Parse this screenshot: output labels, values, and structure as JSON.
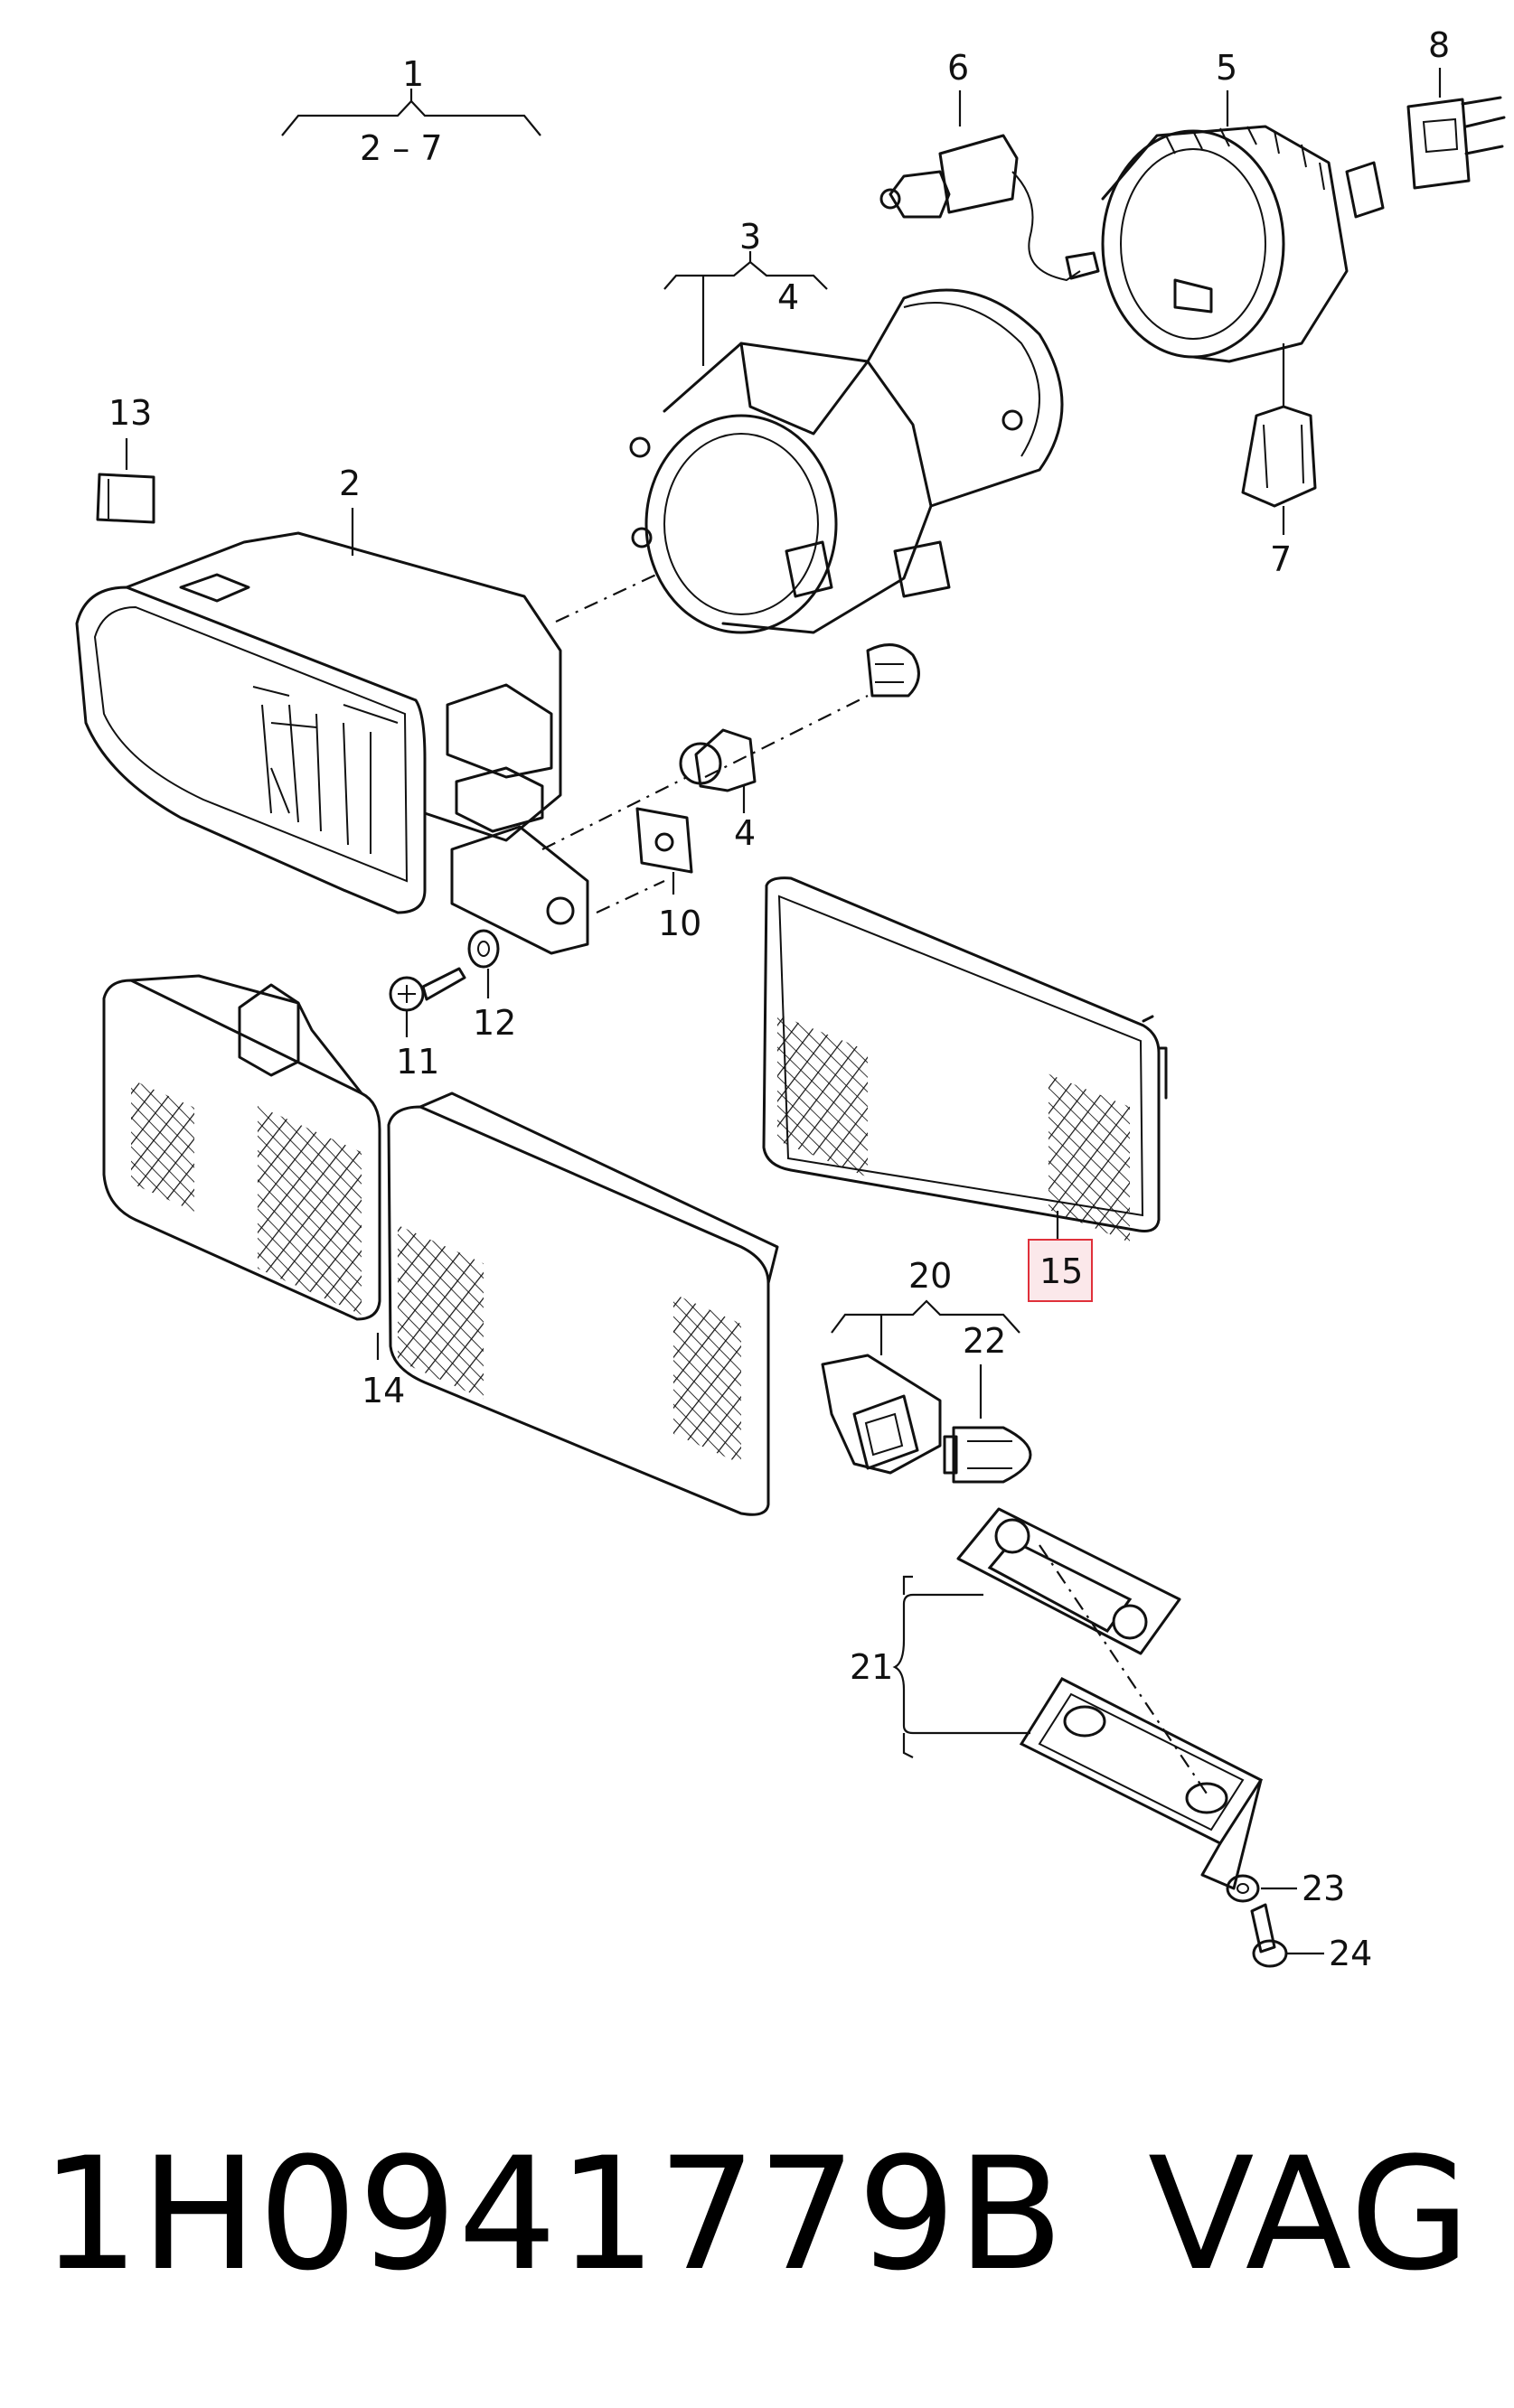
{
  "diagram": {
    "callouts": {
      "c1": "1",
      "c1_range": "2 – 7",
      "c2": "2",
      "c3": "3",
      "c3_sub": "4",
      "c4": "4",
      "c5": "5",
      "c6": "6",
      "c7": "7",
      "c8": "8",
      "c10": "10",
      "c11": "11",
      "c12": "12",
      "c13": "13",
      "c14": "14",
      "c15": "15",
      "c20": "20",
      "c21": "21",
      "c22": "22",
      "c23": "23",
      "c24": "24"
    },
    "highlight_color": "#e0303a"
  },
  "footer": {
    "part_number": "1H0941779B",
    "brand": "VAG"
  }
}
